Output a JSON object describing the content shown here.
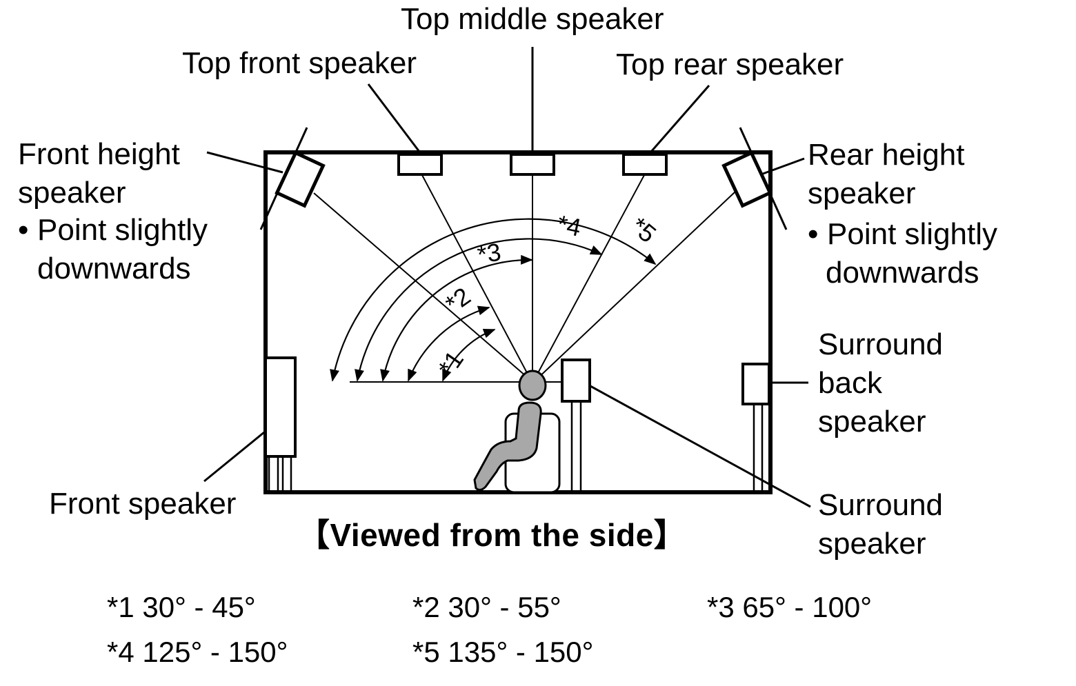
{
  "labels": {
    "top_middle": "Top middle speaker",
    "top_front": "Top front speaker",
    "top_rear": "Top rear speaker",
    "front_height_1": "Front height",
    "front_height_2": "speaker",
    "front_height_note_1": "Point slightly",
    "front_height_note_2": "downwards",
    "rear_height_1": "Rear height",
    "rear_height_2": "speaker",
    "rear_height_note_1": "Point slightly",
    "rear_height_note_2": "downwards",
    "surround_back_1": "Surround",
    "surround_back_2": "back",
    "surround_back_3": "speaker",
    "surround_1": "Surround",
    "surround_2": "speaker",
    "front": "Front speaker",
    "bullet": "•"
  },
  "caption": "【Viewed from the side】",
  "angle_markers": [
    "*1",
    "*2",
    "*3",
    "*4",
    "*5"
  ],
  "legend": [
    {
      "mark": "*1",
      "range": "30° - 45°"
    },
    {
      "mark": "*2",
      "range": "30° - 55°"
    },
    {
      "mark": "*3",
      "range": "65° - 100°"
    },
    {
      "mark": "*4",
      "range": "125° - 150°"
    },
    {
      "mark": "*5",
      "range": "135° - 150°"
    }
  ],
  "colors": {
    "line": "#000000",
    "listener_fill": "#a8a8a8",
    "background": "#ffffff"
  }
}
